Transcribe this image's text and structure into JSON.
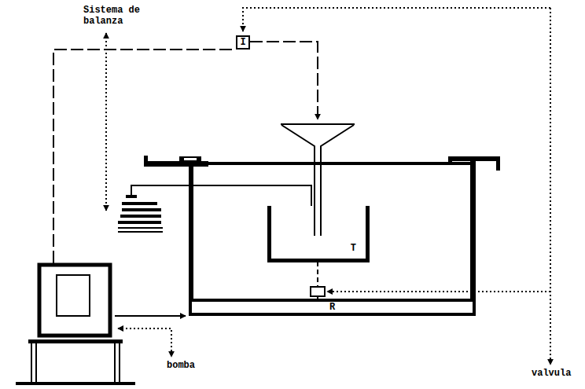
{
  "diagram": {
    "nodes": [
      {
        "text": [
          "I"
        ]
      },
      {
        "text": [
          "T"
        ]
      },
      {
        "text": [
          "R"
        ]
      }
    ],
    "labels": [
      "Sistema de balanza",
      "bomba",
      "valvula"
    ]
  }
}
